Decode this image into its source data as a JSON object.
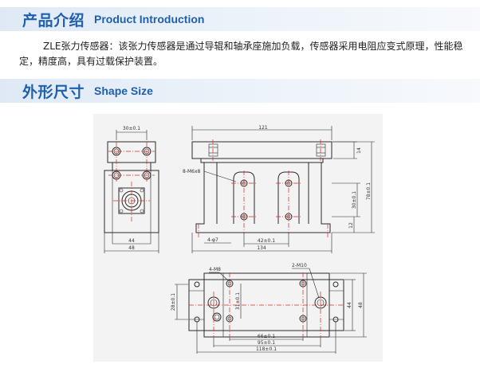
{
  "intro_section": {
    "title_cn": "产品介绍",
    "title_en": "Product Introduction",
    "text": "ZLE张力传感器：该张力传感器是通过导辊和轴承座施加负载，传感器采用电阻应变式原理，性能稳定，精度高，具有过载保护装置。"
  },
  "shape_section": {
    "title_cn": "外形尺寸",
    "title_en": "Shape Size"
  },
  "drawing": {
    "colors": {
      "line": "#2b2b2b",
      "center": "#e0261f",
      "background": "#f3f3f3"
    },
    "dims": {
      "d30": "30±0.1",
      "d44": "44",
      "d48": "48",
      "d121": "121",
      "d14": "14",
      "d8m6": "8-M6x8",
      "d78": "78±0.1",
      "d30v": "30±0.1",
      "d12": "12",
      "d4phi7": "4-φ7",
      "d42": "42±0.1",
      "d134": "134",
      "d4m8": "4-M8",
      "d2m10": "2-M10",
      "d28": "28±0.1",
      "d31": "31±0.1",
      "d44r": "44",
      "d48r": "48",
      "d66": "66±0.1",
      "d95": "95±0.1",
      "d118": "118±0.1"
    }
  }
}
